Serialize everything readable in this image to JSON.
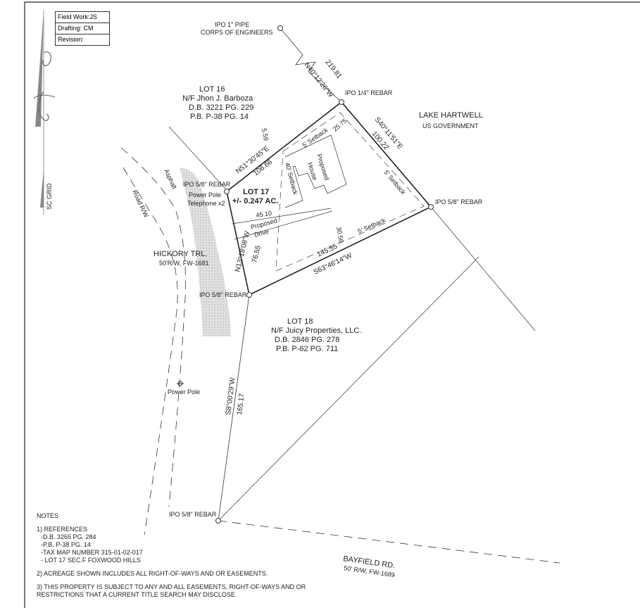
{
  "title_block": {
    "field_work": "Field Work:JS",
    "drafting": "Drafting: CM",
    "revision": "Revision:"
  },
  "north_arrow": {
    "label": "SC GRID"
  },
  "monuments": {
    "pipe_top": "IPO 1\" PIPE",
    "pipe_top_sub": "CORPS OF ENGINEERS",
    "rebar_quarter": "IPO 1/4\" REBAR",
    "rebar_right": "IPO 5/8\" REBAR",
    "rebar_topleft": "IPO 5/8\" REBAR",
    "rebar_bottomleft": "IPO 5/8\" REBAR",
    "rebar_bottom": "IPO 5/8\" REBAR"
  },
  "calls": {
    "tie_bearing": "N40°12'26\"W",
    "tie_distance": "219.81",
    "north_bearing": "N51°30'45\"E",
    "north_distance": "106.66",
    "east_bearing": "S40°11'51\"E",
    "east_distance": "100.22",
    "south_bearing": "S63°46'14\"W",
    "south_distance": "145.55",
    "west_bearing": "N13°18'08\"W",
    "west_distance": "76.55",
    "lot18_bearing": "S8°00'29\"W",
    "lot18_distance": "165.17"
  },
  "setbacks": {
    "north": "5' Setback",
    "east": "5' Setback",
    "south": "5' Setback",
    "front": "40' Setback",
    "dim_559": "5.59",
    "dim_2575": "25.75",
    "dim_4510": "45.10",
    "dim_3056": "30.56"
  },
  "lot16": {
    "name": "LOT 16",
    "owner": "N/F Jhon J. Barboza",
    "db": "D.B. 3221 PG. 229",
    "pb": "P.B. P-38 PG. 14"
  },
  "lot17": {
    "name": "LOT 17",
    "area": "+/- 0.247 AC."
  },
  "lot18": {
    "name": "LOT 18",
    "owner": "N/F Juicy Properties, LLC.",
    "db": "D.B. 2846 PG. 278",
    "pb": "P.B. P-62 PG. 711"
  },
  "lake": {
    "name": "LAKE HARTWELL",
    "owner": "US GOVERNMENT"
  },
  "features": {
    "house": [
      "Proposed",
      "House"
    ],
    "drive": [
      "Proposed",
      "Drive"
    ],
    "power_pole_1": "Power Pole",
    "telephone": "Telephone x2",
    "power_pole_2": "Power Pole",
    "asphalt": "Asphalt",
    "road_rw": "Road R/W"
  },
  "roads": {
    "hickory": "HICKORY TRL.",
    "hickory_sub": "50'R/W, FW-1681",
    "bayfield": "BAYFIELD RD.",
    "bayfield_sub": "50' R/W, FW-1689"
  },
  "notes": {
    "heading": "NOTES",
    "n1": "1) REFERENCES",
    "refs": [
      "-D.B. 3265 PG. 284",
      "-P.B. P-38 PG. 14",
      "-TAX MAP NUMBER 315-01-02-017",
      "- LOT 17 SEC.F FOXWOOD HILLS"
    ],
    "n2": "2) ACREAGE SHOWN INCLUDES ALL RIGHT-OF-WAYS AND OR EASEMENTS.",
    "n3a": "3) THIS PROPERTY IS SUBJECT TO ANY AND ALL EASEMENTS, RIGHT-OF-WAYS AND OR",
    "n3b": "RESTRICTIONS THAT A CURRENT TITLE SEARCH MAY DISCLOSE."
  }
}
